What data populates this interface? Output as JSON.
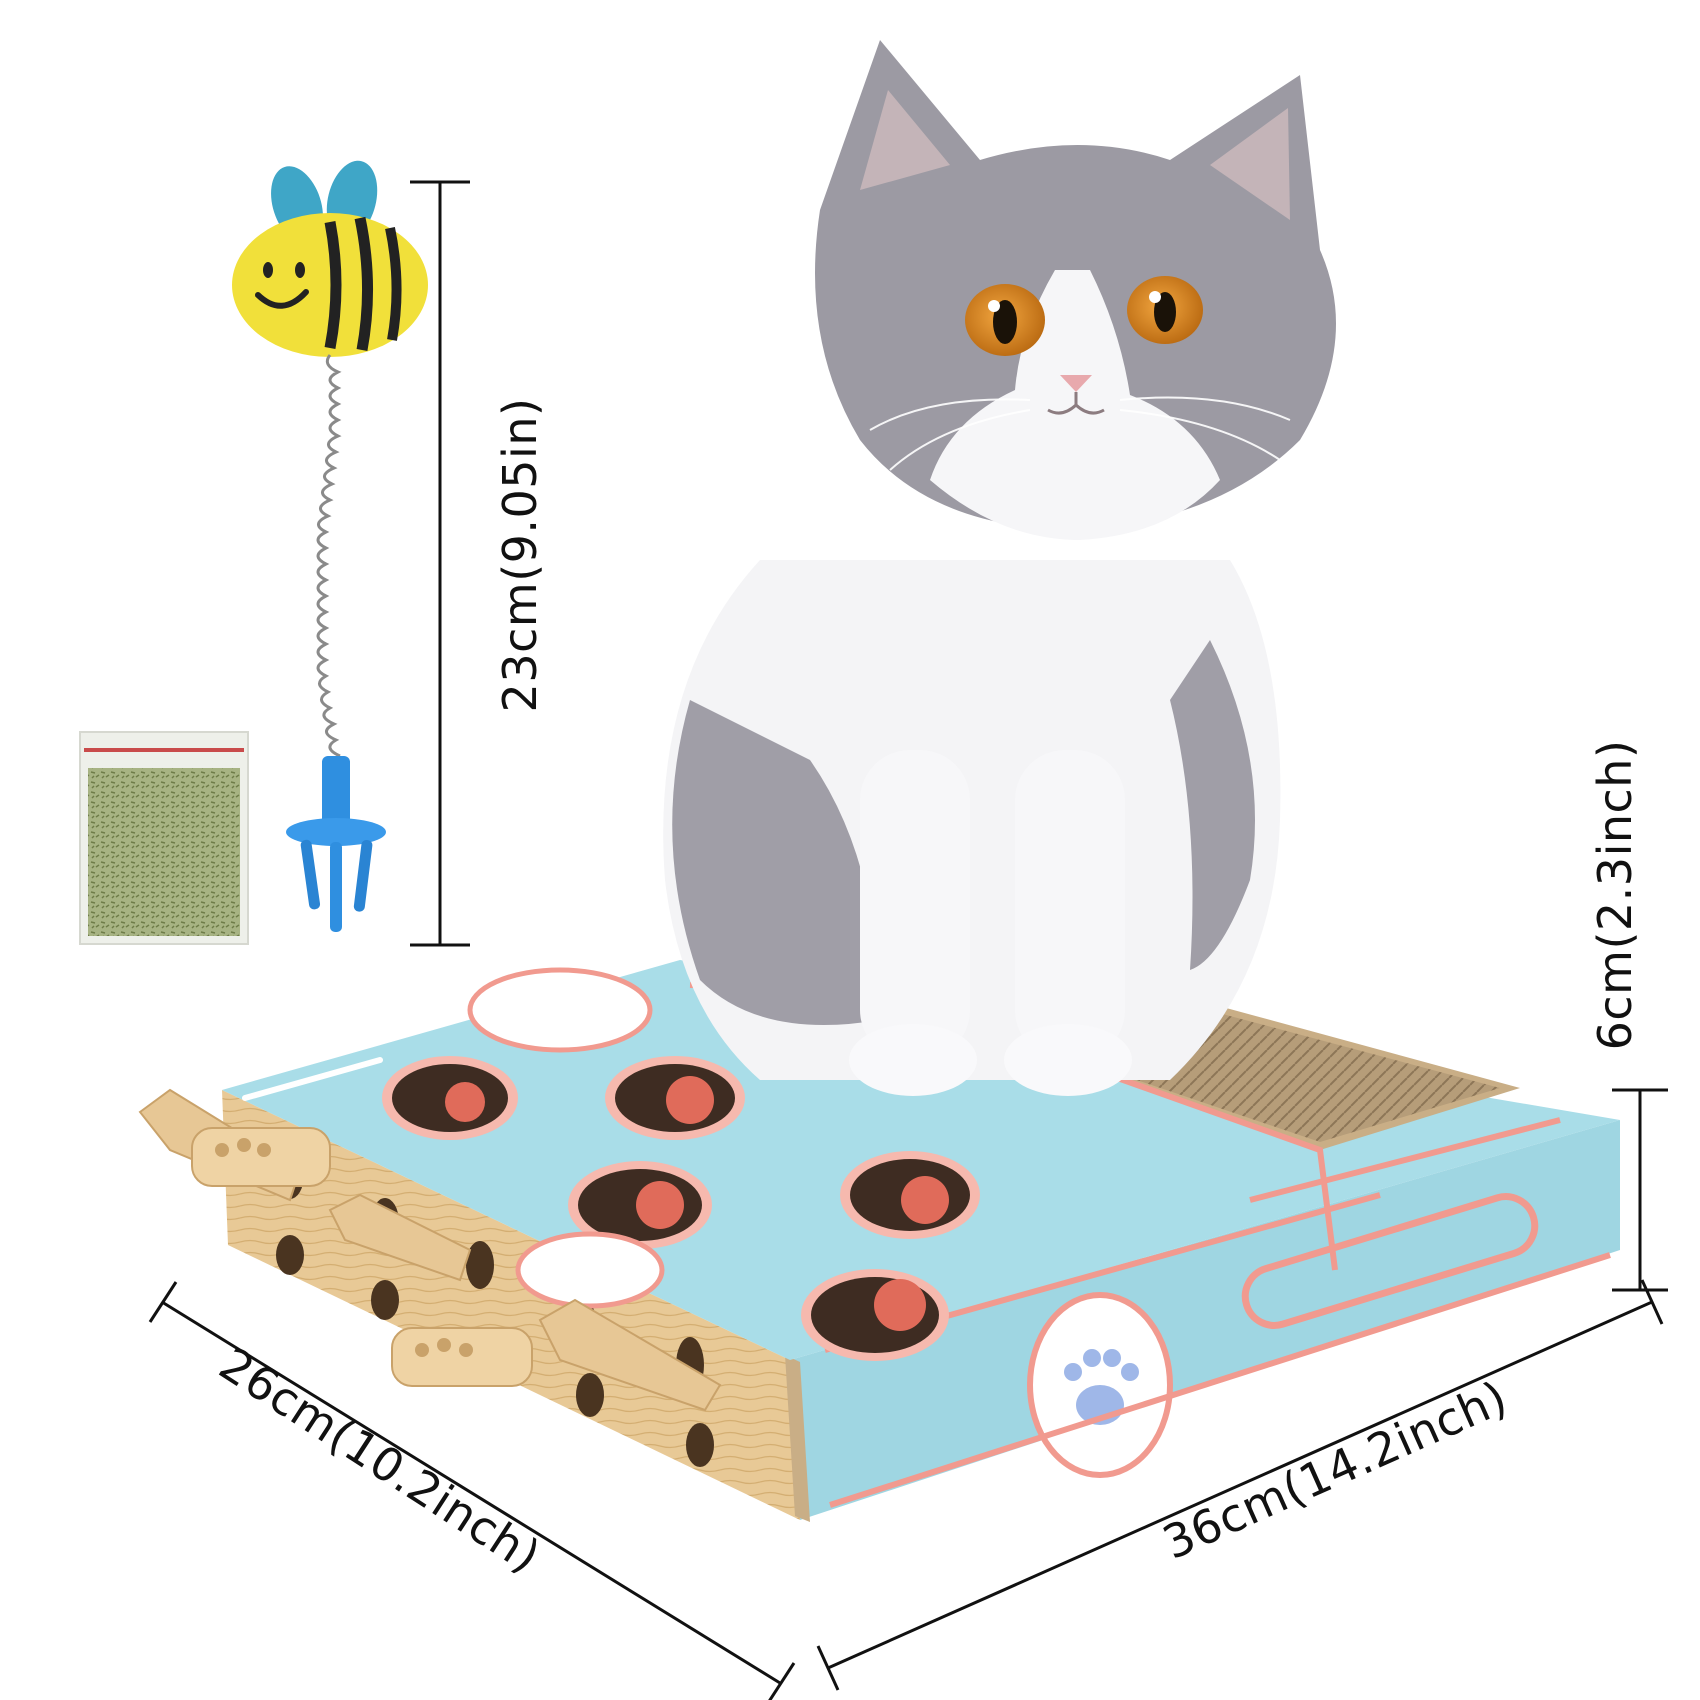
{
  "dimensions": {
    "toy_height": "23cm(9.05in)",
    "box_height": "6cm(2.3inch)",
    "box_width": "26cm(10.2inch)",
    "box_length": "36cm(14.2inch)"
  },
  "colors": {
    "box_blue": "#a9dde8",
    "box_pink": "#f19a8f",
    "wood": "#e7c795",
    "cardboard": "#b69d79",
    "cat_gray": "#9c9aa3",
    "cat_white": "#f4f4f6",
    "cat_eye": "#d98a1f",
    "bee_yellow": "#f1e03a",
    "bee_wing": "#3fa6c7",
    "stake_blue": "#2f8fe0",
    "catnip_green": "#9aa873",
    "dimension_line": "#111111"
  },
  "icons": {
    "paw_badge": "paw-print-icon"
  }
}
